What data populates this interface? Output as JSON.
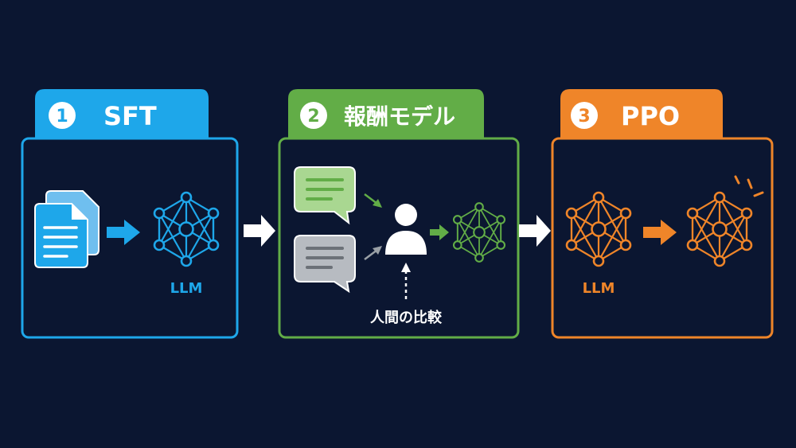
{
  "colors": {
    "background": "#0b1631",
    "sft": "#1ea7ea",
    "reward": "#62ad47",
    "ppo": "#ef8529",
    "arrow": "#ffffff",
    "bubble_green": "#a9d791",
    "bubble_gray": "#b7bbc1",
    "person": "#ffffff"
  },
  "stages": [
    {
      "number": "1",
      "title": "SFT",
      "caption": "LLM"
    },
    {
      "number": "2",
      "title": "報酬モデル",
      "caption": "人間の比較"
    },
    {
      "number": "3",
      "title": "PPO",
      "caption": "LLM"
    }
  ],
  "icons": {
    "documents": "document-stack-icon",
    "network": "neural-network-icon",
    "chat": "chat-bubble-icon",
    "person": "person-icon",
    "sparkle": "sparkle-icon",
    "arrow": "arrow-right-icon"
  }
}
